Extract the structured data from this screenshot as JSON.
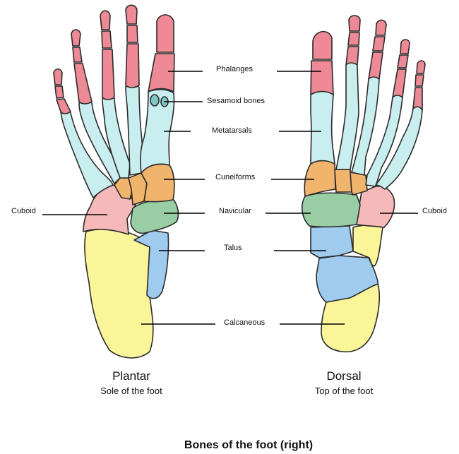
{
  "title": "Bones of the foot (right)",
  "views": {
    "plantar": {
      "name": "Plantar",
      "desc": "Sole of the foot"
    },
    "dorsal": {
      "name": "Dorsal",
      "desc": "Top of the foot"
    }
  },
  "labels": {
    "phalanges": "Phalanges",
    "sesamoid": "Sesamoid bones",
    "metatarsals": "Metatarsals",
    "cuneiforms": "Cuneiforms",
    "navicular": "Navicular",
    "talus": "Talus",
    "calcaneous": "Calcaneous",
    "cuboid_left": "Cuboid",
    "cuboid_right": "Cuboid"
  },
  "colors": {
    "phalanges": "#ee8a96",
    "metatarsals": "#c9eef0",
    "cuneiforms": "#f0b46c",
    "navicular": "#99cda3",
    "cuboid": "#f6b9b9",
    "talus": "#9fcbef",
    "calcaneus": "#fbf59a",
    "sesamoid": "#7fc7c7"
  }
}
